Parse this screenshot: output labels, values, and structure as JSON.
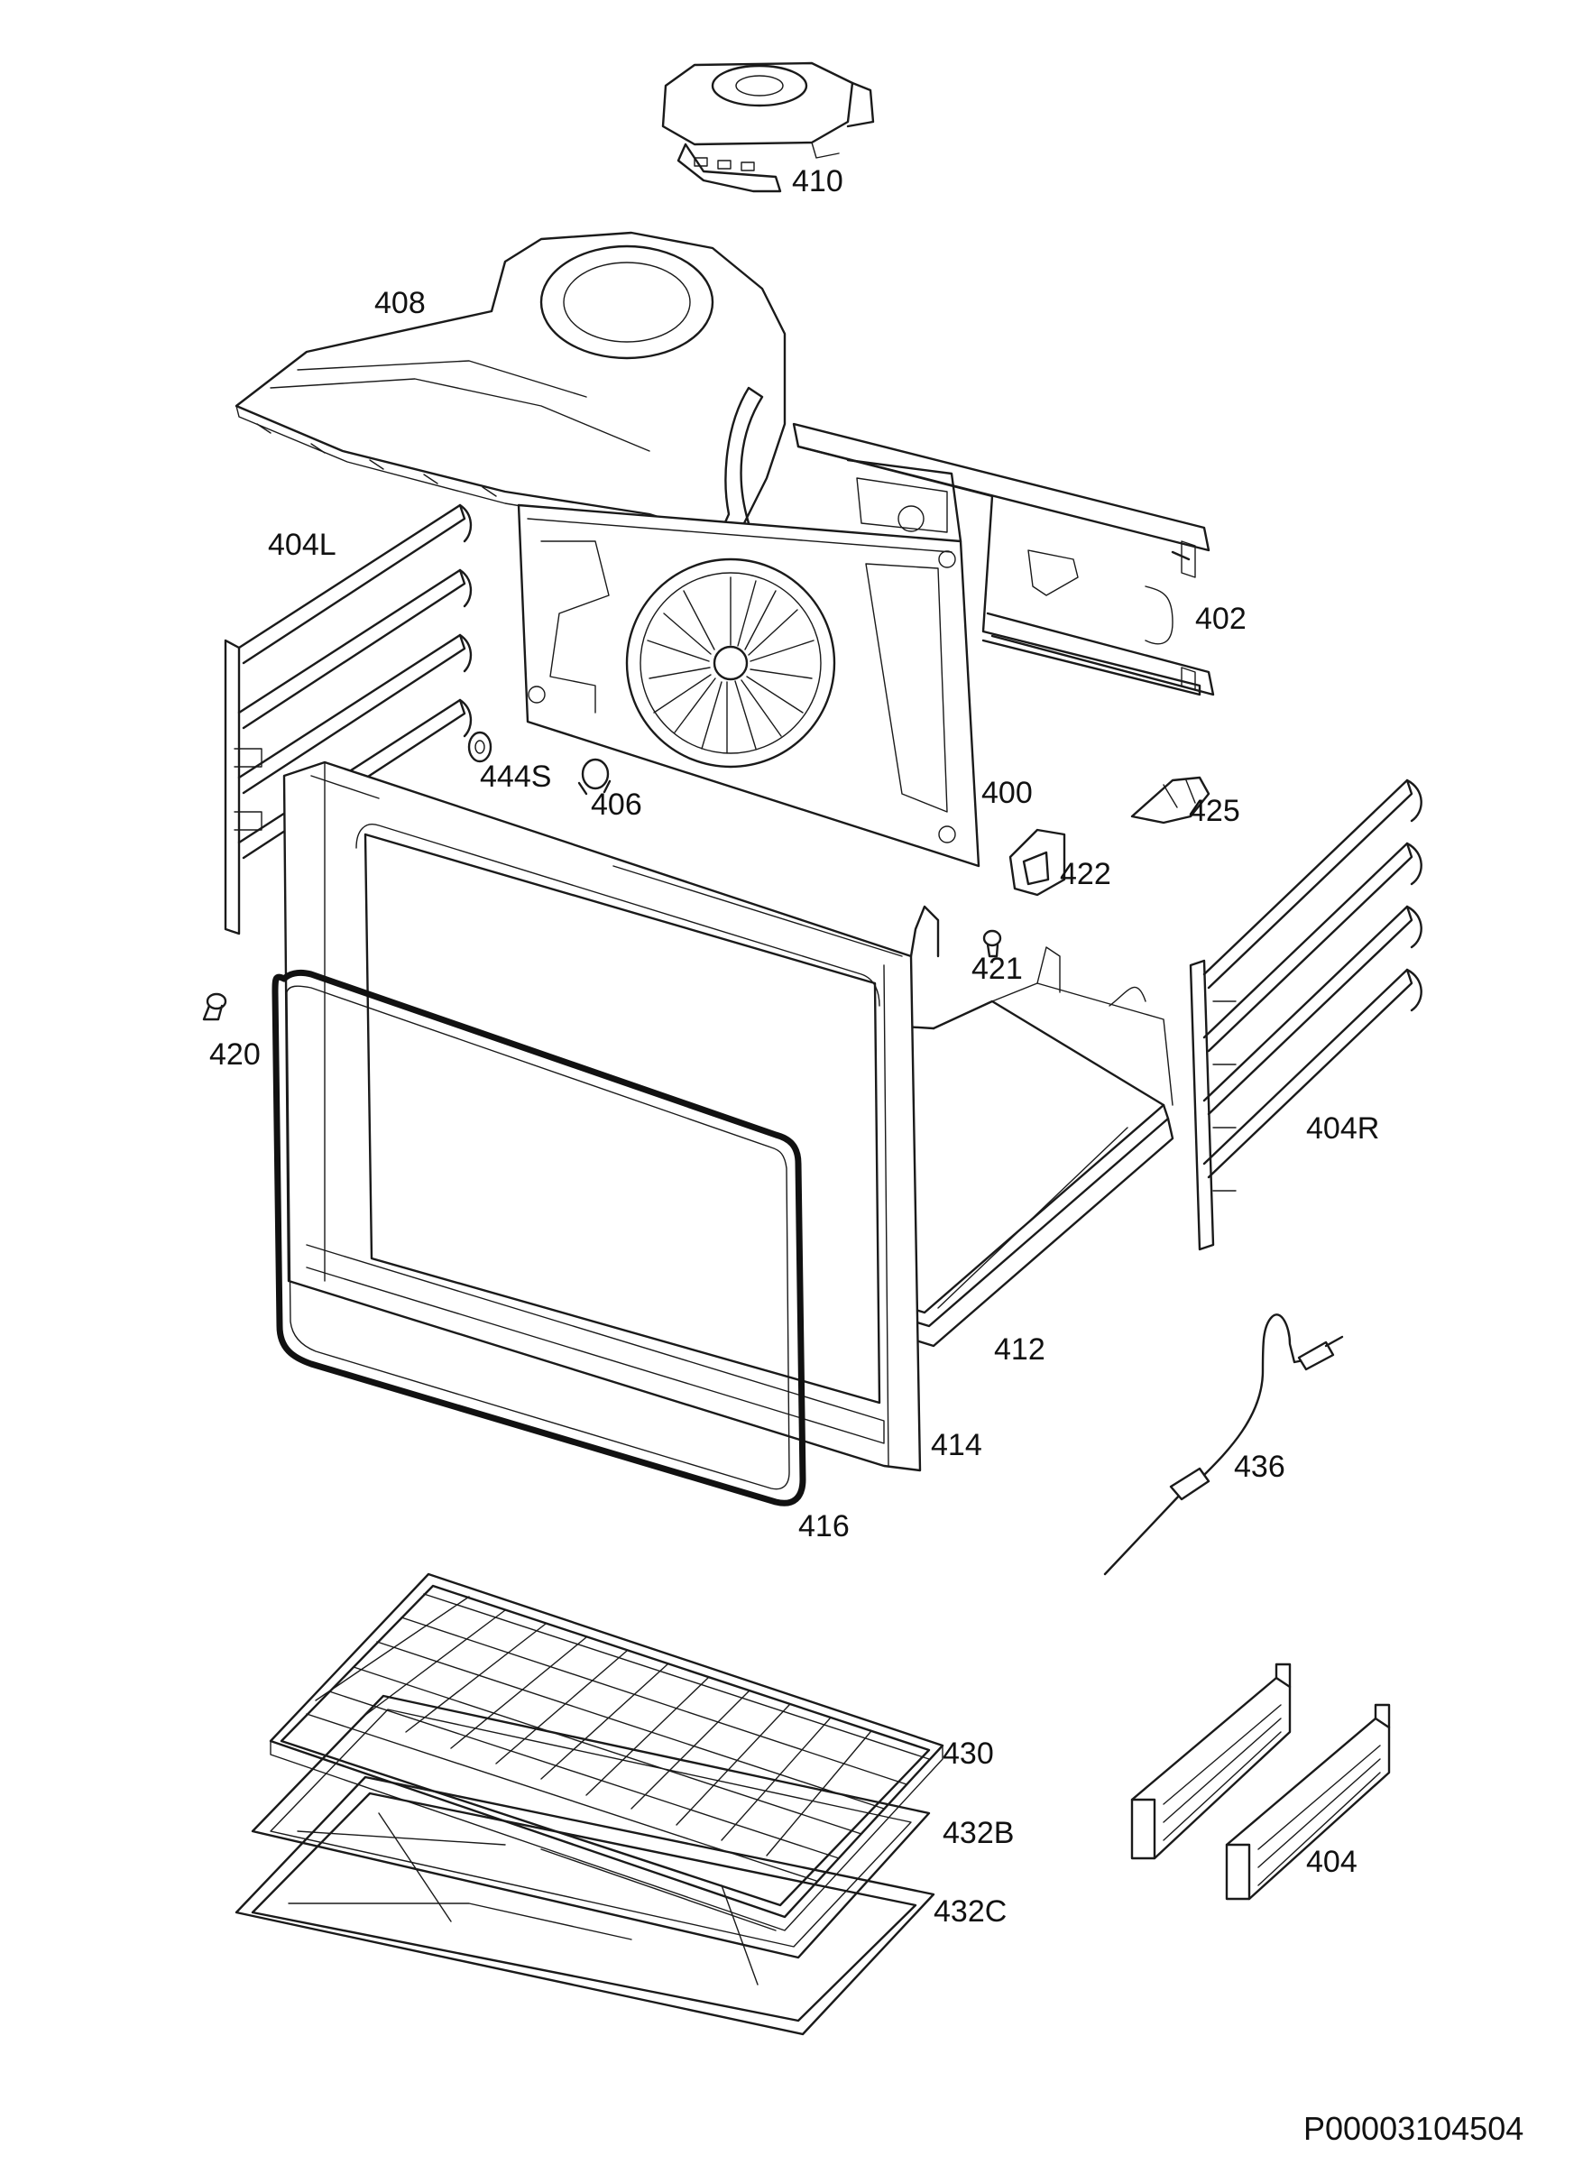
{
  "labels": {
    "p410": "410",
    "p408": "408",
    "p404L": "404L",
    "p402": "402",
    "p444S": "444S",
    "p406": "406",
    "p400": "400",
    "p425": "425",
    "p422": "422",
    "p421": "421",
    "p420": "420",
    "p404R": "404R",
    "p412": "412",
    "p414": "414",
    "p436": "436",
    "p416": "416",
    "p430": "430",
    "p432B": "432B",
    "p432C": "432C",
    "p404": "404"
  },
  "document_code": "P00003104504"
}
